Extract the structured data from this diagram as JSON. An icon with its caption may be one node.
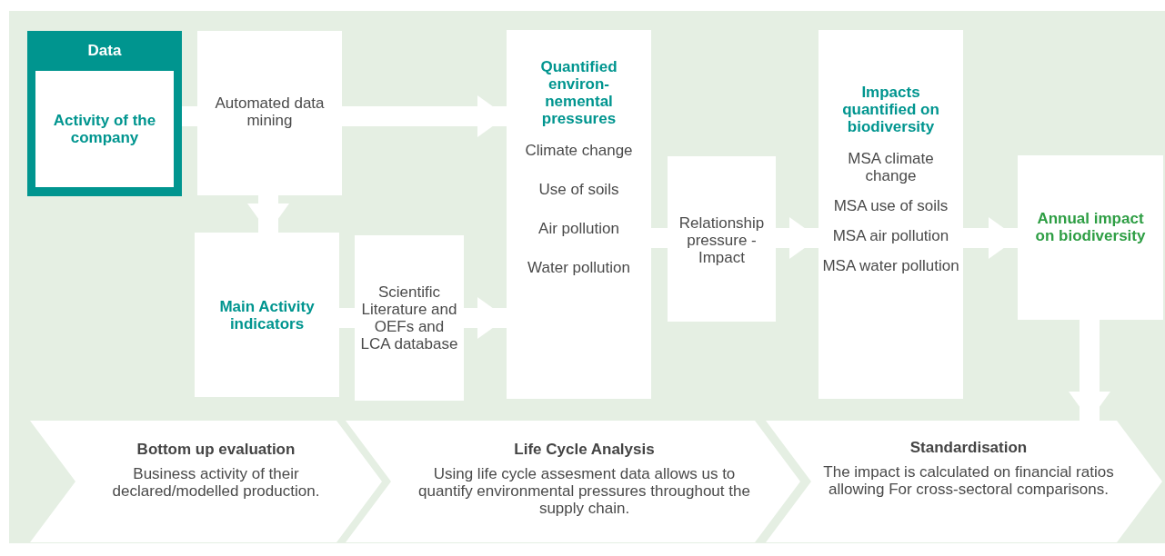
{
  "diagram": {
    "nodes": [
      {
        "text": [
          "Data"
        ]
      },
      {
        "text": [
          "Activity of the company"
        ],
        "in": 0
      },
      {
        "text": [
          "Automated data mining"
        ]
      },
      {
        "text": [
          "Main Activity indicators"
        ]
      },
      {
        "text": [
          "Scientific Literature and OEFs and LCA database"
        ]
      },
      {
        "text": [
          "Quantified environ- nemental pressures",
          "Climate change",
          "Use of soils",
          "Air pollution",
          "Water pollution"
        ]
      },
      {
        "text": [
          "Relationship pressure - Impact"
        ]
      },
      {
        "text": [
          "Impacts quantified on biodiversity",
          "MSA climate change",
          "MSA use of soils",
          "MSA air pollution",
          "MSA water pollution"
        ]
      },
      {
        "text": [
          "Annual impact on biodiversity"
        ]
      },
      {
        "text": [
          "Bottom up evaluation",
          "Business activity of their declared/modelled production."
        ]
      },
      {
        "text": [
          "Life Cycle Analysis",
          "Using life cycle assesment data allows us to quantify environmental pressures throughout the supply chain."
        ]
      },
      {
        "text": [
          "Standardisation",
          "The impact is calculated on financial ratios allowing For cross-sectoral comparisons."
        ]
      }
    ],
    "edges": [
      {
        "from": 0,
        "to": 2,
        "arrow": "none"
      },
      {
        "from": 2,
        "to": 5,
        "arrow": "to"
      },
      {
        "from": 2,
        "to": 3,
        "arrow": "to"
      },
      {
        "from": 3,
        "to": 4,
        "arrow": "none"
      },
      {
        "from": 4,
        "to": 5,
        "arrow": "to"
      },
      {
        "from": 5,
        "to": 6,
        "arrow": "none"
      },
      {
        "from": 6,
        "to": 7,
        "arrow": "to"
      },
      {
        "from": 7,
        "to": 8,
        "arrow": "to"
      },
      {
        "from": 8,
        "to": 11,
        "arrow": "to"
      }
    ]
  }
}
